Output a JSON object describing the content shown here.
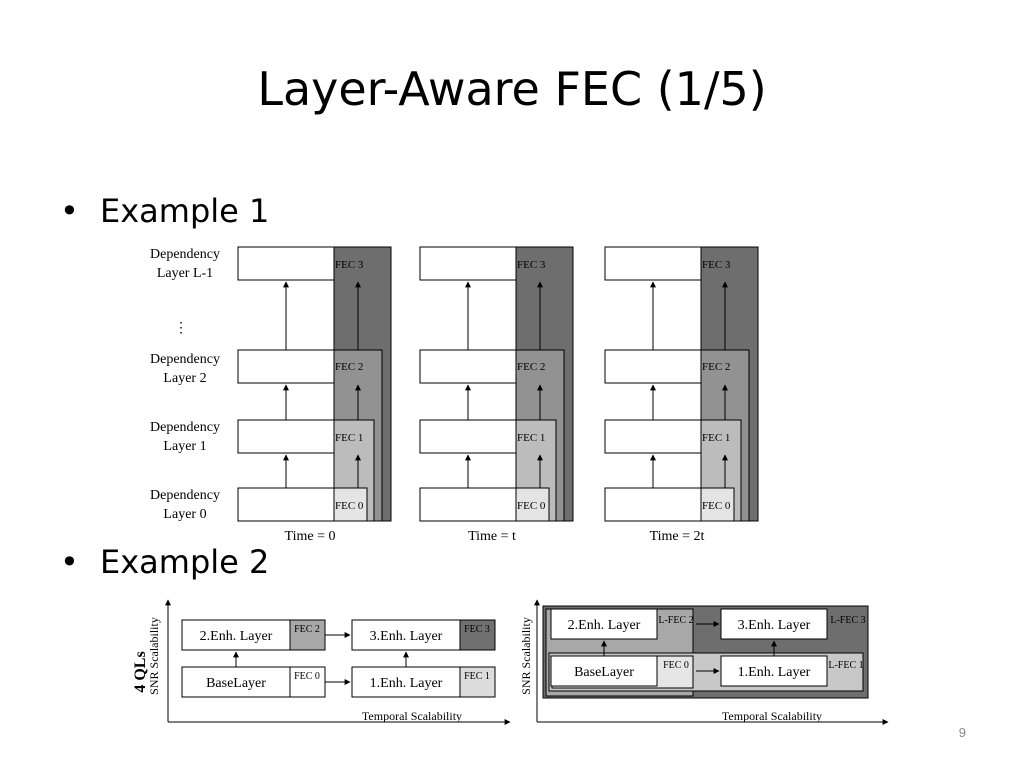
{
  "slide": {
    "title": "Layer-Aware FEC (1/5)",
    "page_number": "9"
  },
  "bullets": [
    {
      "label": "Example 1"
    },
    {
      "label": "Example 2"
    }
  ],
  "example1": {
    "dependency_labels": [
      {
        "line1": "Dependency",
        "line2": "Layer L-1"
      },
      {
        "line1": "Dependency",
        "line2": "Layer 2"
      },
      {
        "line1": "Dependency",
        "line2": "Layer 1"
      },
      {
        "line1": "Dependency",
        "line2": "Layer 0"
      }
    ],
    "ellipsis": "⋮",
    "time_labels": [
      "Time = 0",
      "Time = t",
      "Time = 2t"
    ],
    "fec_labels": [
      "FEC 3",
      "FEC 2",
      "FEC 1",
      "FEC 0"
    ],
    "colors": {
      "fec3": "#6e6e6e",
      "fec2": "#929292",
      "fec1": "#bcbcbc",
      "fec0": "#e4e4e4"
    }
  },
  "example2": {
    "left": {
      "y_axis_label": "SNR Scalability",
      "x_axis_label": "Temporal Scalability",
      "side_label": "4 QLs",
      "layers": [
        "2.Enh. Layer",
        "3.Enh. Layer",
        "BaseLayer",
        "1.Enh. Layer"
      ],
      "fec": [
        "FEC 2",
        "FEC 3",
        "FEC 0",
        "FEC 1"
      ]
    },
    "right": {
      "y_axis_label": "SNR Scalability",
      "x_axis_label": "Temporal Scalability",
      "layers": [
        "2.Enh. Layer",
        "3.Enh. Layer",
        "BaseLayer",
        "1.Enh. Layer"
      ],
      "lfec": [
        "L-FEC 2",
        "L-FEC 3",
        "FEC 0",
        "L-FEC 1"
      ]
    }
  }
}
